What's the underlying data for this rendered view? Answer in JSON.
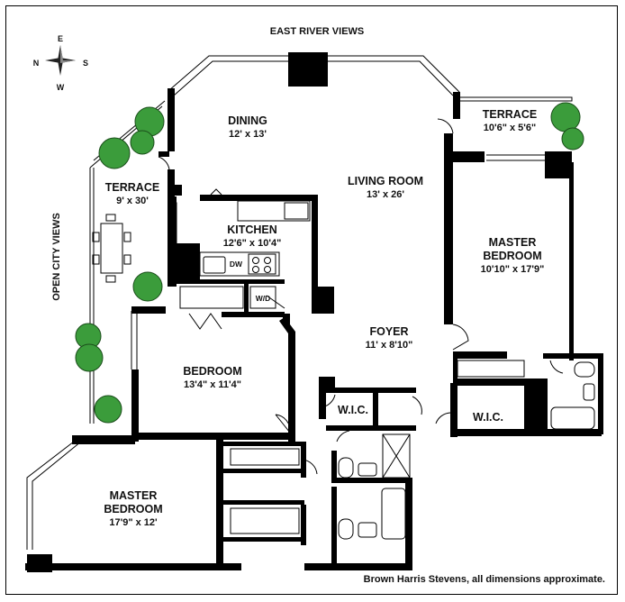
{
  "compass": {
    "n": "N",
    "s": "S",
    "e": "E",
    "w": "W"
  },
  "views": {
    "top": "EAST RIVER VIEWS",
    "left": "OPEN CITY VIEWS"
  },
  "rooms": {
    "dining": {
      "name": "DINING",
      "dim": "12' x 13'"
    },
    "terrace_left": {
      "name": "TERRACE",
      "dim": "9' x 30'"
    },
    "terrace_right": {
      "name": "TERRACE",
      "dim": "10'6\" x 5'6\""
    },
    "living": {
      "name": "LIVING ROOM",
      "dim": "13' x 26'"
    },
    "kitchen": {
      "name": "KITCHEN",
      "dim": "12'6\" x 10'4\""
    },
    "master_right": {
      "name1": "MASTER",
      "name2": "BEDROOM",
      "dim": "10'10\" x 17'9\""
    },
    "foyer": {
      "name": "FOYER",
      "dim": "11' x 8'10\""
    },
    "bedroom": {
      "name": "BEDROOM",
      "dim": "13'4\" x 11'4\""
    },
    "master_left": {
      "name1": "MASTER",
      "name2": "BEDROOM",
      "dim": "17'9\" x 12'"
    },
    "wic1": {
      "name": "W.I.C."
    },
    "wic2": {
      "name": "W.I.C."
    }
  },
  "appliances": {
    "dw": "DW",
    "wd": "W/D"
  },
  "credit": "Brown Harris Stevens, all dimensions approximate."
}
